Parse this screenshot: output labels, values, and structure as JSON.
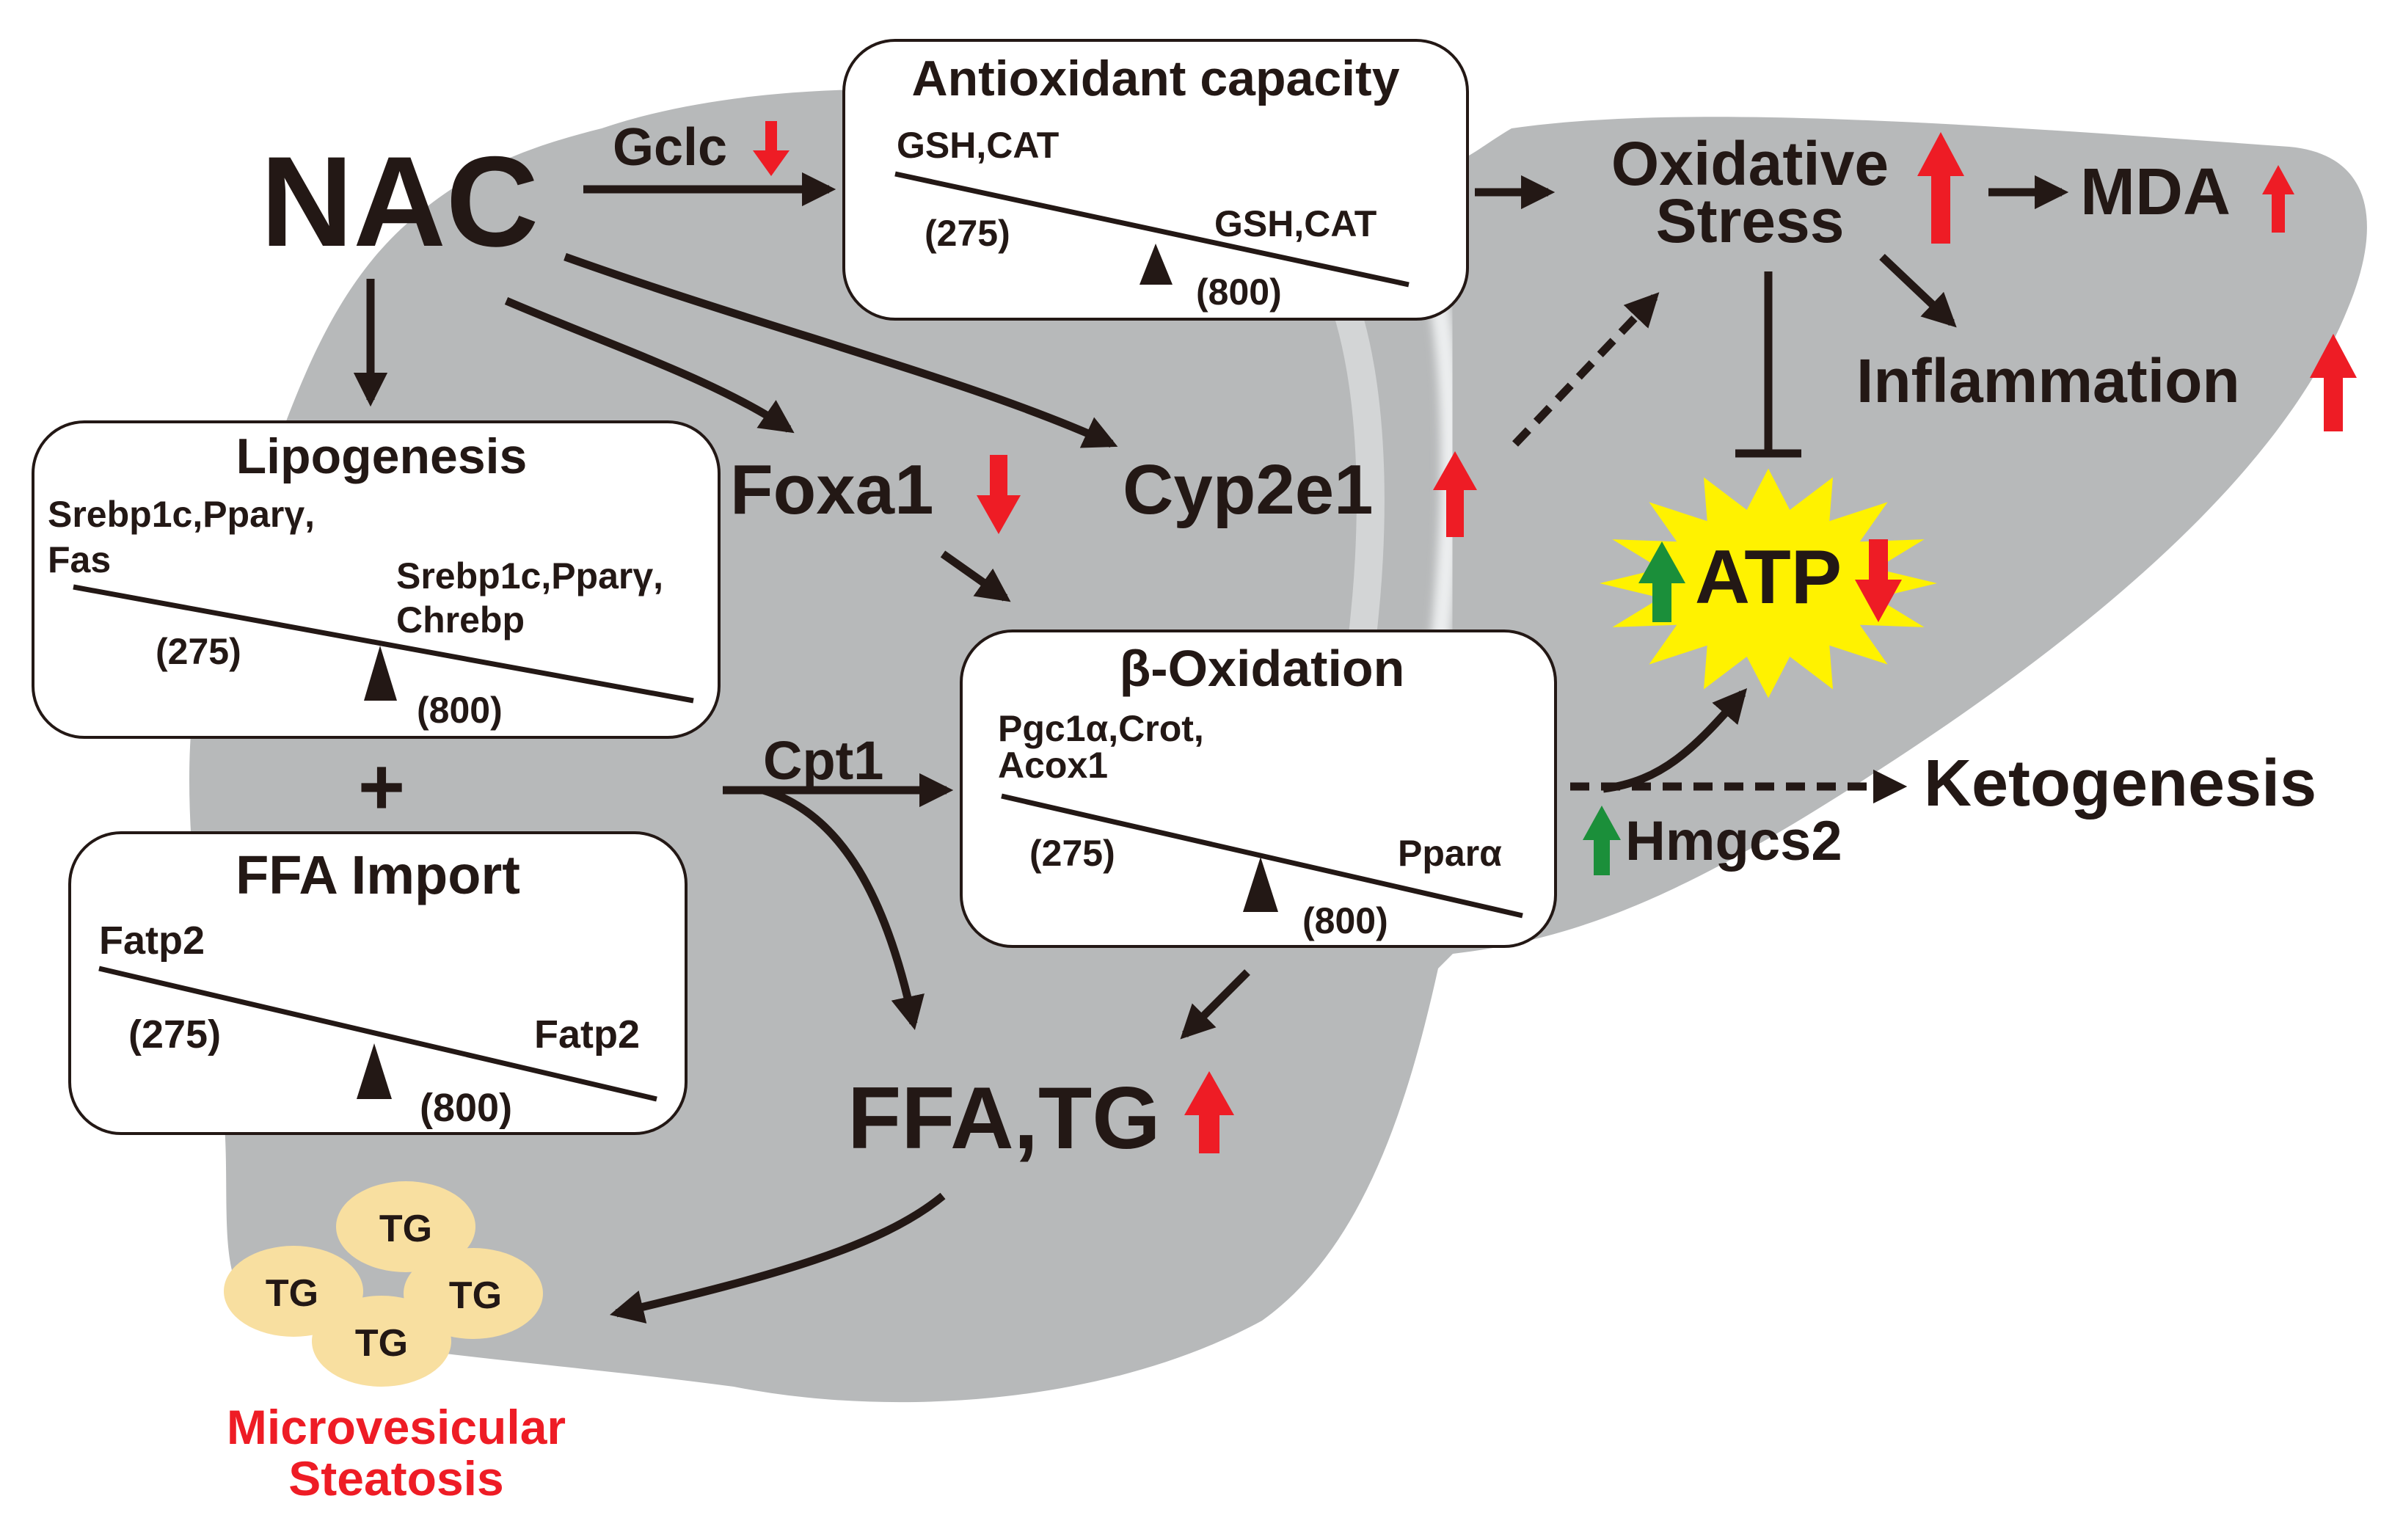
{
  "central": {
    "nac": "NAC"
  },
  "labels": {
    "gclc": "Gclc",
    "foxa1": "Foxa1",
    "cyp2e1": "Cyp2e1",
    "cpt1": "Cpt1",
    "ffa_tg": "FFA,TG",
    "oxidative_stress_line1": "Oxidative",
    "oxidative_stress_line2": "Stress",
    "mda": "MDA",
    "inflammation": "Inflammation",
    "atp": "ATP",
    "ketogenesis": "Ketogenesis",
    "hmgcs2": "Hmgcs2",
    "plus": "+",
    "steatosis_line1": "Microvesicular",
    "steatosis_line2": "Steatosis",
    "tg": "TG"
  },
  "boxes": {
    "antioxidant": {
      "title": "Antioxidant capacity",
      "left_genes": [
        "GSH,CAT"
      ],
      "right_genes": [
        "GSH,CAT"
      ],
      "left_dose": "(275)",
      "right_dose": "(800)"
    },
    "lipogenesis": {
      "title": "Lipogenesis",
      "left_genes": [
        "Srebp1c,Pparγ,",
        "Fas"
      ],
      "right_genes": [
        "Srebp1c,Pparγ,",
        "Chrebp"
      ],
      "left_dose": "(275)",
      "right_dose": "(800)"
    },
    "ffa_import": {
      "title": "FFA Import",
      "left_genes": [
        "Fatp2"
      ],
      "right_genes": [
        "Fatp2"
      ],
      "left_dose": "(275)",
      "right_dose": "(800)"
    },
    "beta_oxidation": {
      "title": "β-Oxidation",
      "left_genes": [
        "Pgc1α,Crot,",
        "Acox1"
      ],
      "right_genes": [
        "Pparα"
      ],
      "left_dose": "(275)",
      "right_dose": "(800)"
    }
  },
  "colors": {
    "liver": "#b7b9ba",
    "up_red": "#ee1c25",
    "up_green": "#1b8f3a",
    "atp_burst": "#fff200",
    "steatosis_text": "#ee1c25",
    "tg_droplet": "#f8dfa0",
    "ink": "#231815"
  }
}
